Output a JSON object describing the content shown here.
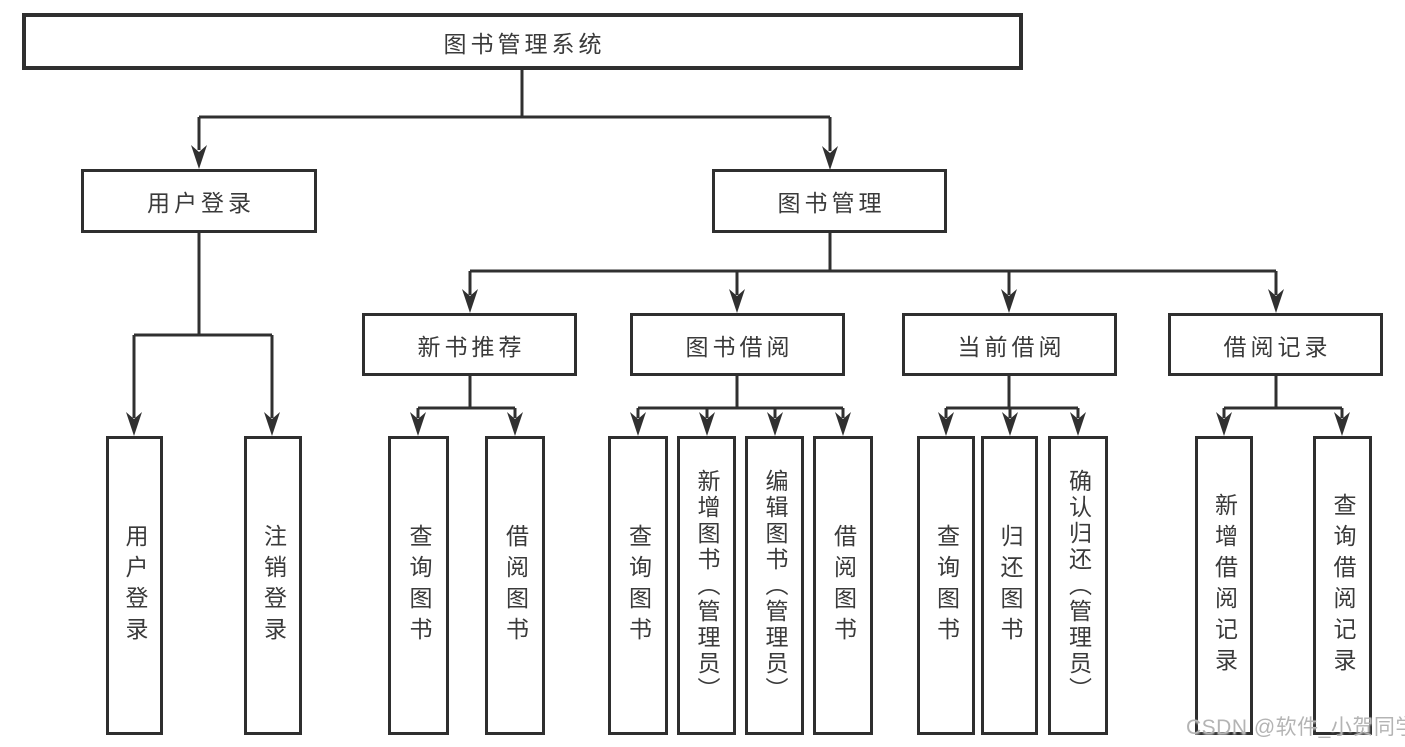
{
  "tree": {
    "label": "图书管理系统",
    "children": [
      {
        "label": "用户登录",
        "children": [
          {
            "label": "用户登录"
          },
          {
            "label": "注销登录"
          }
        ]
      },
      {
        "label": "图书管理",
        "children": [
          {
            "label": "新书推荐",
            "children": [
              {
                "label": "查询图书"
              },
              {
                "label": "借阅图书"
              }
            ]
          },
          {
            "label": "图书借阅",
            "children": [
              {
                "label": "查询图书"
              },
              {
                "label": "新增图书（管理员）"
              },
              {
                "label": "编辑图书（管理员）"
              },
              {
                "label": "借阅图书"
              }
            ]
          },
          {
            "label": "当前借阅",
            "children": [
              {
                "label": "查询图书"
              },
              {
                "label": "归还图书"
              },
              {
                "label": "确认归还（管理员）"
              }
            ]
          },
          {
            "label": "借阅记录",
            "children": [
              {
                "label": "新增借阅记录"
              },
              {
                "label": "查询借阅记录"
              }
            ]
          }
        ]
      }
    ]
  },
  "watermark": {
    "text": "CSDN @软件_小贺同学"
  },
  "colors": {
    "line": "#303030",
    "box_border": "#2f2f2f",
    "text": "#3a3a3a",
    "box_background": "#ffffff",
    "background": "#ffffff",
    "watermark": "#b4b4b4"
  }
}
